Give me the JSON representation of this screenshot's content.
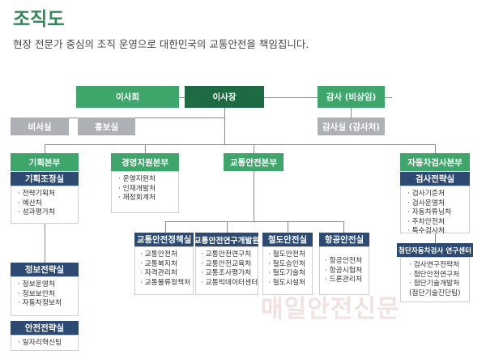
{
  "page": {
    "title": "조직도",
    "subtitle": "현장 전문가 중심의 조직 운영으로 대한민국의 교통안전을 책임집니다."
  },
  "top": {
    "board": "이사회",
    "chairman": "이사장",
    "auditor": "감사 (비상임)"
  },
  "staff": {
    "secretary": "비서실",
    "pr": "홍보실",
    "audit_office": "감사실 (감사처)"
  },
  "divisions": {
    "planning": {
      "title": "기획본부",
      "sub1": {
        "title": "기획조정실",
        "items": [
          "전략기획처",
          "예산처",
          "성과평가처"
        ]
      },
      "sub2": {
        "title": "정보전략실",
        "items": [
          "정보운영처",
          "정보보안처",
          "자동차정보처"
        ]
      },
      "sub3": {
        "title": "안전전략실",
        "items": [
          "일자리혁신팀"
        ]
      }
    },
    "management": {
      "title": "경영지원본부",
      "items": [
        "운영지원처",
        "인재개발처",
        "재정회계처"
      ]
    },
    "safety": {
      "title": "교통안전본부",
      "units": [
        {
          "title": "교통안전정책실",
          "items": [
            "교통안전처",
            "교통복지처",
            "자격관리처",
            "교통물류정책처"
          ]
        },
        {
          "title": "교통안전연구개발원",
          "items": [
            "교통안전연구처",
            "교통안전교육처",
            "교통조사평가처",
            "교통빅데이터센터"
          ]
        },
        {
          "title": "철도안전실",
          "items": [
            "철도안전처",
            "철도승인처",
            "철도기술처",
            "철도시설처"
          ]
        },
        {
          "title": "항공안전실",
          "items": [
            "항공안전처",
            "항공시험처",
            "드론관리처"
          ]
        }
      ]
    },
    "vehicle": {
      "title": "자동차검사본부",
      "sub1": {
        "title": "검사전략실",
        "items": [
          "검사기준처",
          "검사운영처",
          "자동차튜닝처",
          "주차안전처",
          "특수검사처"
        ]
      },
      "sub2": {
        "title": "첨단자동차검사 연구센터",
        "items": [
          "검사연구전략처",
          "첨단안전연구처",
          "첨단기술개발처",
          "(첨단기술진단팀)"
        ]
      }
    }
  },
  "watermark": "매일안전신문",
  "colors": {
    "green": "#3ea56b",
    "dark_green": "#1e6b43",
    "grey": "#adb1b5",
    "navy": "#2c4a72",
    "title_green": "#2e8b57"
  }
}
